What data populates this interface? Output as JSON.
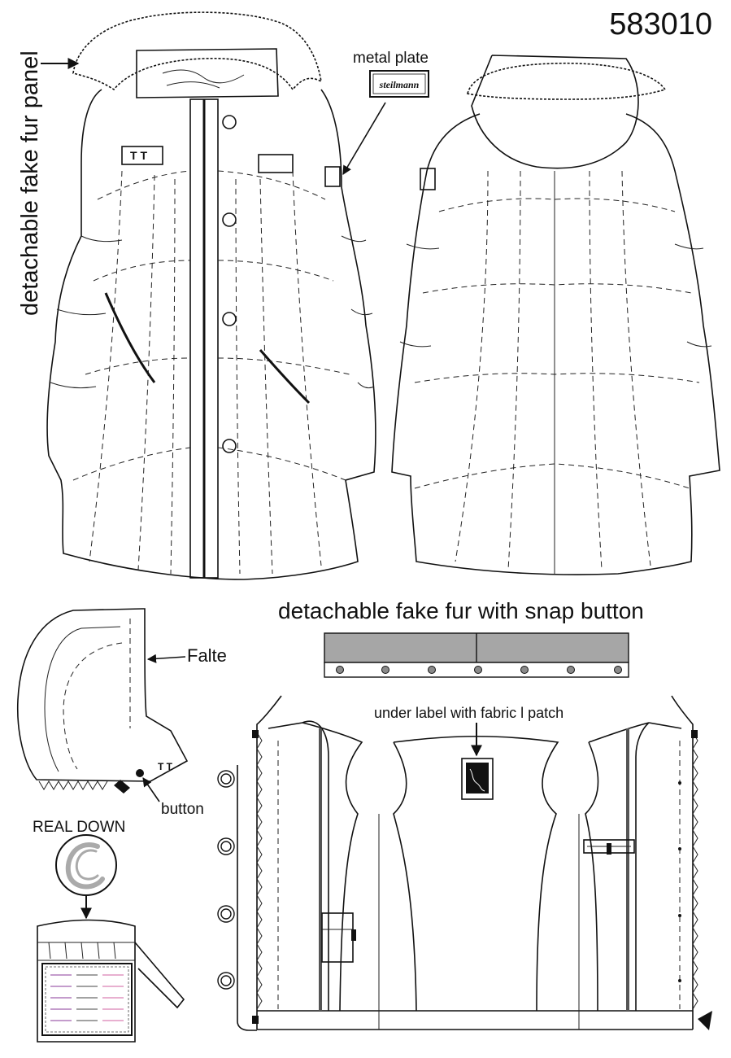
{
  "labels": {
    "style_number": "583010",
    "detachable_fur_panel": "detachable fake fur panel",
    "metal_plate": "metal plate",
    "plate_brand": "steilmann",
    "detachable_fur_snap": "detachable fake fur with snap button",
    "falte": "Falte",
    "button": "button",
    "real_down": "REAL  DOWN",
    "under_label": "under label with fabric l patch"
  },
  "colors": {
    "line": "#111111",
    "fur_strip_fill": "#a6a6a6",
    "snap_fill": "#8a8a8a",
    "feather_grey": "#aaaaaa",
    "tag_text_purple": "#8a3a9a",
    "tag_text_pink": "#d060a0"
  }
}
